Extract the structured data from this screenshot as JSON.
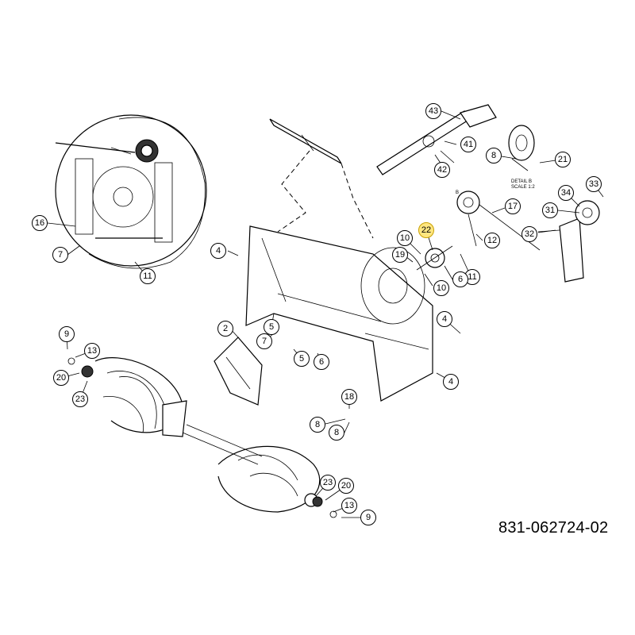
{
  "drawing_number": "831-062724-02",
  "detail_label": [
    "DETAIL B",
    "SCALE 1:2"
  ],
  "callout_letter": "B",
  "highlight_color": "#ffe680",
  "callouts": [
    "43",
    "41",
    "42",
    "8",
    "21",
    "33",
    "34",
    "31",
    "32",
    "17",
    "12",
    "22",
    "10",
    "19",
    "10",
    "11",
    "6",
    "4",
    "5",
    "7",
    "6",
    "5",
    "4",
    "4",
    "2",
    "16",
    "7",
    "11",
    "9",
    "13",
    "20",
    "23",
    "18",
    "8",
    "8",
    "23",
    "20",
    "13",
    "9"
  ]
}
